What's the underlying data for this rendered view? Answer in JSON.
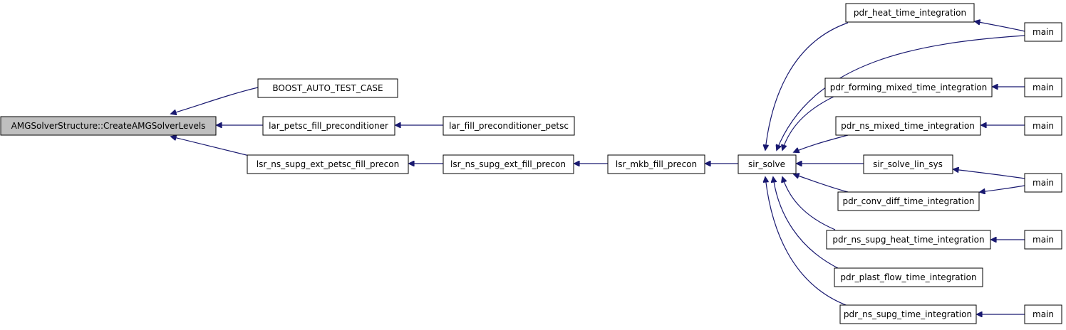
{
  "colors": {
    "edge": "#191970",
    "root_fill": "#bfbfbf",
    "node_fill": "#ffffff",
    "node_border": "#000000"
  },
  "nodes": {
    "root": "AMGSolverStructure::CreateAMGSolverLevels",
    "boost": "BOOST_AUTO_TEST_CASE",
    "lar_petsc": "lar_petsc_fill_preconditioner",
    "lar_fill": "lar_fill_preconditioner_petsc",
    "lsr_ext_petsc": "lsr_ns_supg_ext_petsc_fill_precon",
    "lsr_ext": "lsr_ns_supg_ext_fill_precon",
    "lsr_mkb": "lsr_mkb_fill_precon",
    "sir_solve": "sir_solve",
    "pdr_heat": "pdr_heat_time_integration",
    "pdr_forming": "pdr_forming_mixed_time_integration",
    "pdr_ns_mixed": "pdr_ns_mixed_time_integration",
    "sir_solve_lin": "sir_solve_lin_sys",
    "pdr_conv": "pdr_conv_diff_time_integration",
    "pdr_ns_supg_heat": "pdr_ns_supg_heat_time_integration",
    "pdr_plast": "pdr_plast_flow_time_integration",
    "pdr_ns_supg": "pdr_ns_supg_time_integration",
    "main1": "main",
    "main2": "main",
    "main3": "main",
    "main4": "main",
    "main5": "main",
    "main6": "main"
  },
  "edges": [
    [
      "boost",
      "root"
    ],
    [
      "lar_petsc",
      "root"
    ],
    [
      "lsr_ext_petsc",
      "root"
    ],
    [
      "lar_fill",
      "lar_petsc"
    ],
    [
      "lsr_ext",
      "lsr_ext_petsc"
    ],
    [
      "lsr_mkb",
      "lsr_ext"
    ],
    [
      "sir_solve",
      "lsr_mkb"
    ],
    [
      "pdr_heat",
      "sir_solve"
    ],
    [
      "main1",
      "sir_solve"
    ],
    [
      "pdr_forming",
      "sir_solve"
    ],
    [
      "pdr_ns_mixed",
      "sir_solve"
    ],
    [
      "sir_solve_lin",
      "sir_solve"
    ],
    [
      "pdr_conv",
      "sir_solve"
    ],
    [
      "pdr_ns_supg_heat",
      "sir_solve"
    ],
    [
      "pdr_plast",
      "sir_solve"
    ],
    [
      "pdr_ns_supg",
      "sir_solve"
    ],
    [
      "main1",
      "pdr_heat"
    ],
    [
      "main2",
      "pdr_forming"
    ],
    [
      "main3",
      "pdr_ns_mixed"
    ],
    [
      "main4",
      "sir_solve_lin"
    ],
    [
      "main4",
      "pdr_conv"
    ],
    [
      "main5",
      "pdr_ns_supg_heat"
    ],
    [
      "main6",
      "pdr_ns_supg"
    ]
  ]
}
